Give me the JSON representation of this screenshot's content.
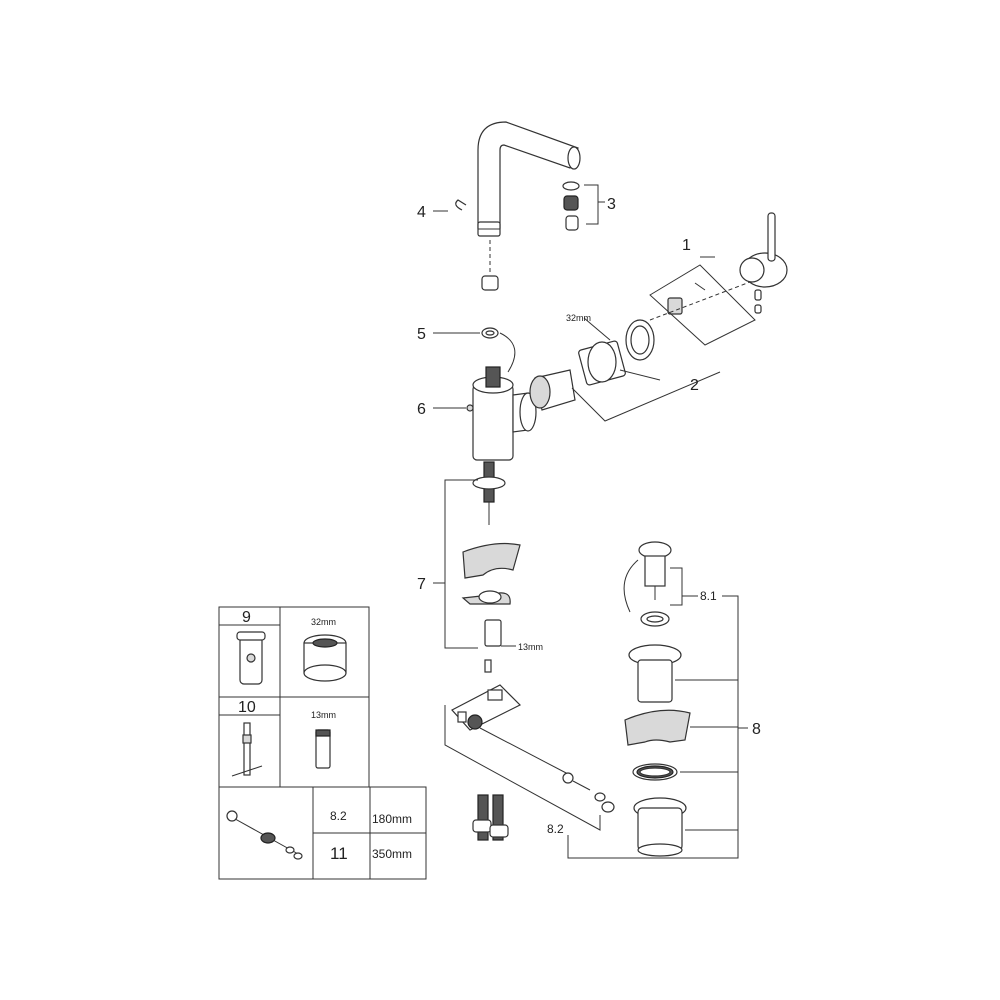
{
  "labels": {
    "part_1": "1",
    "part_2": "2",
    "part_3": "3",
    "part_4": "4",
    "part_5": "5",
    "part_6": "6",
    "part_7": "7",
    "part_8": "8",
    "part_8_1": "8.1",
    "part_8_2": "8.2",
    "dim_32mm": "32mm",
    "dim_13mm": "13mm"
  },
  "legend": {
    "tool_9": {
      "number": "9",
      "dimension": "32mm"
    },
    "tool_10": {
      "number": "10",
      "dimension": "13mm"
    },
    "rod_table": [
      {
        "part": "8.2",
        "length": "180mm"
      },
      {
        "part": "11",
        "length": "350mm"
      }
    ]
  }
}
